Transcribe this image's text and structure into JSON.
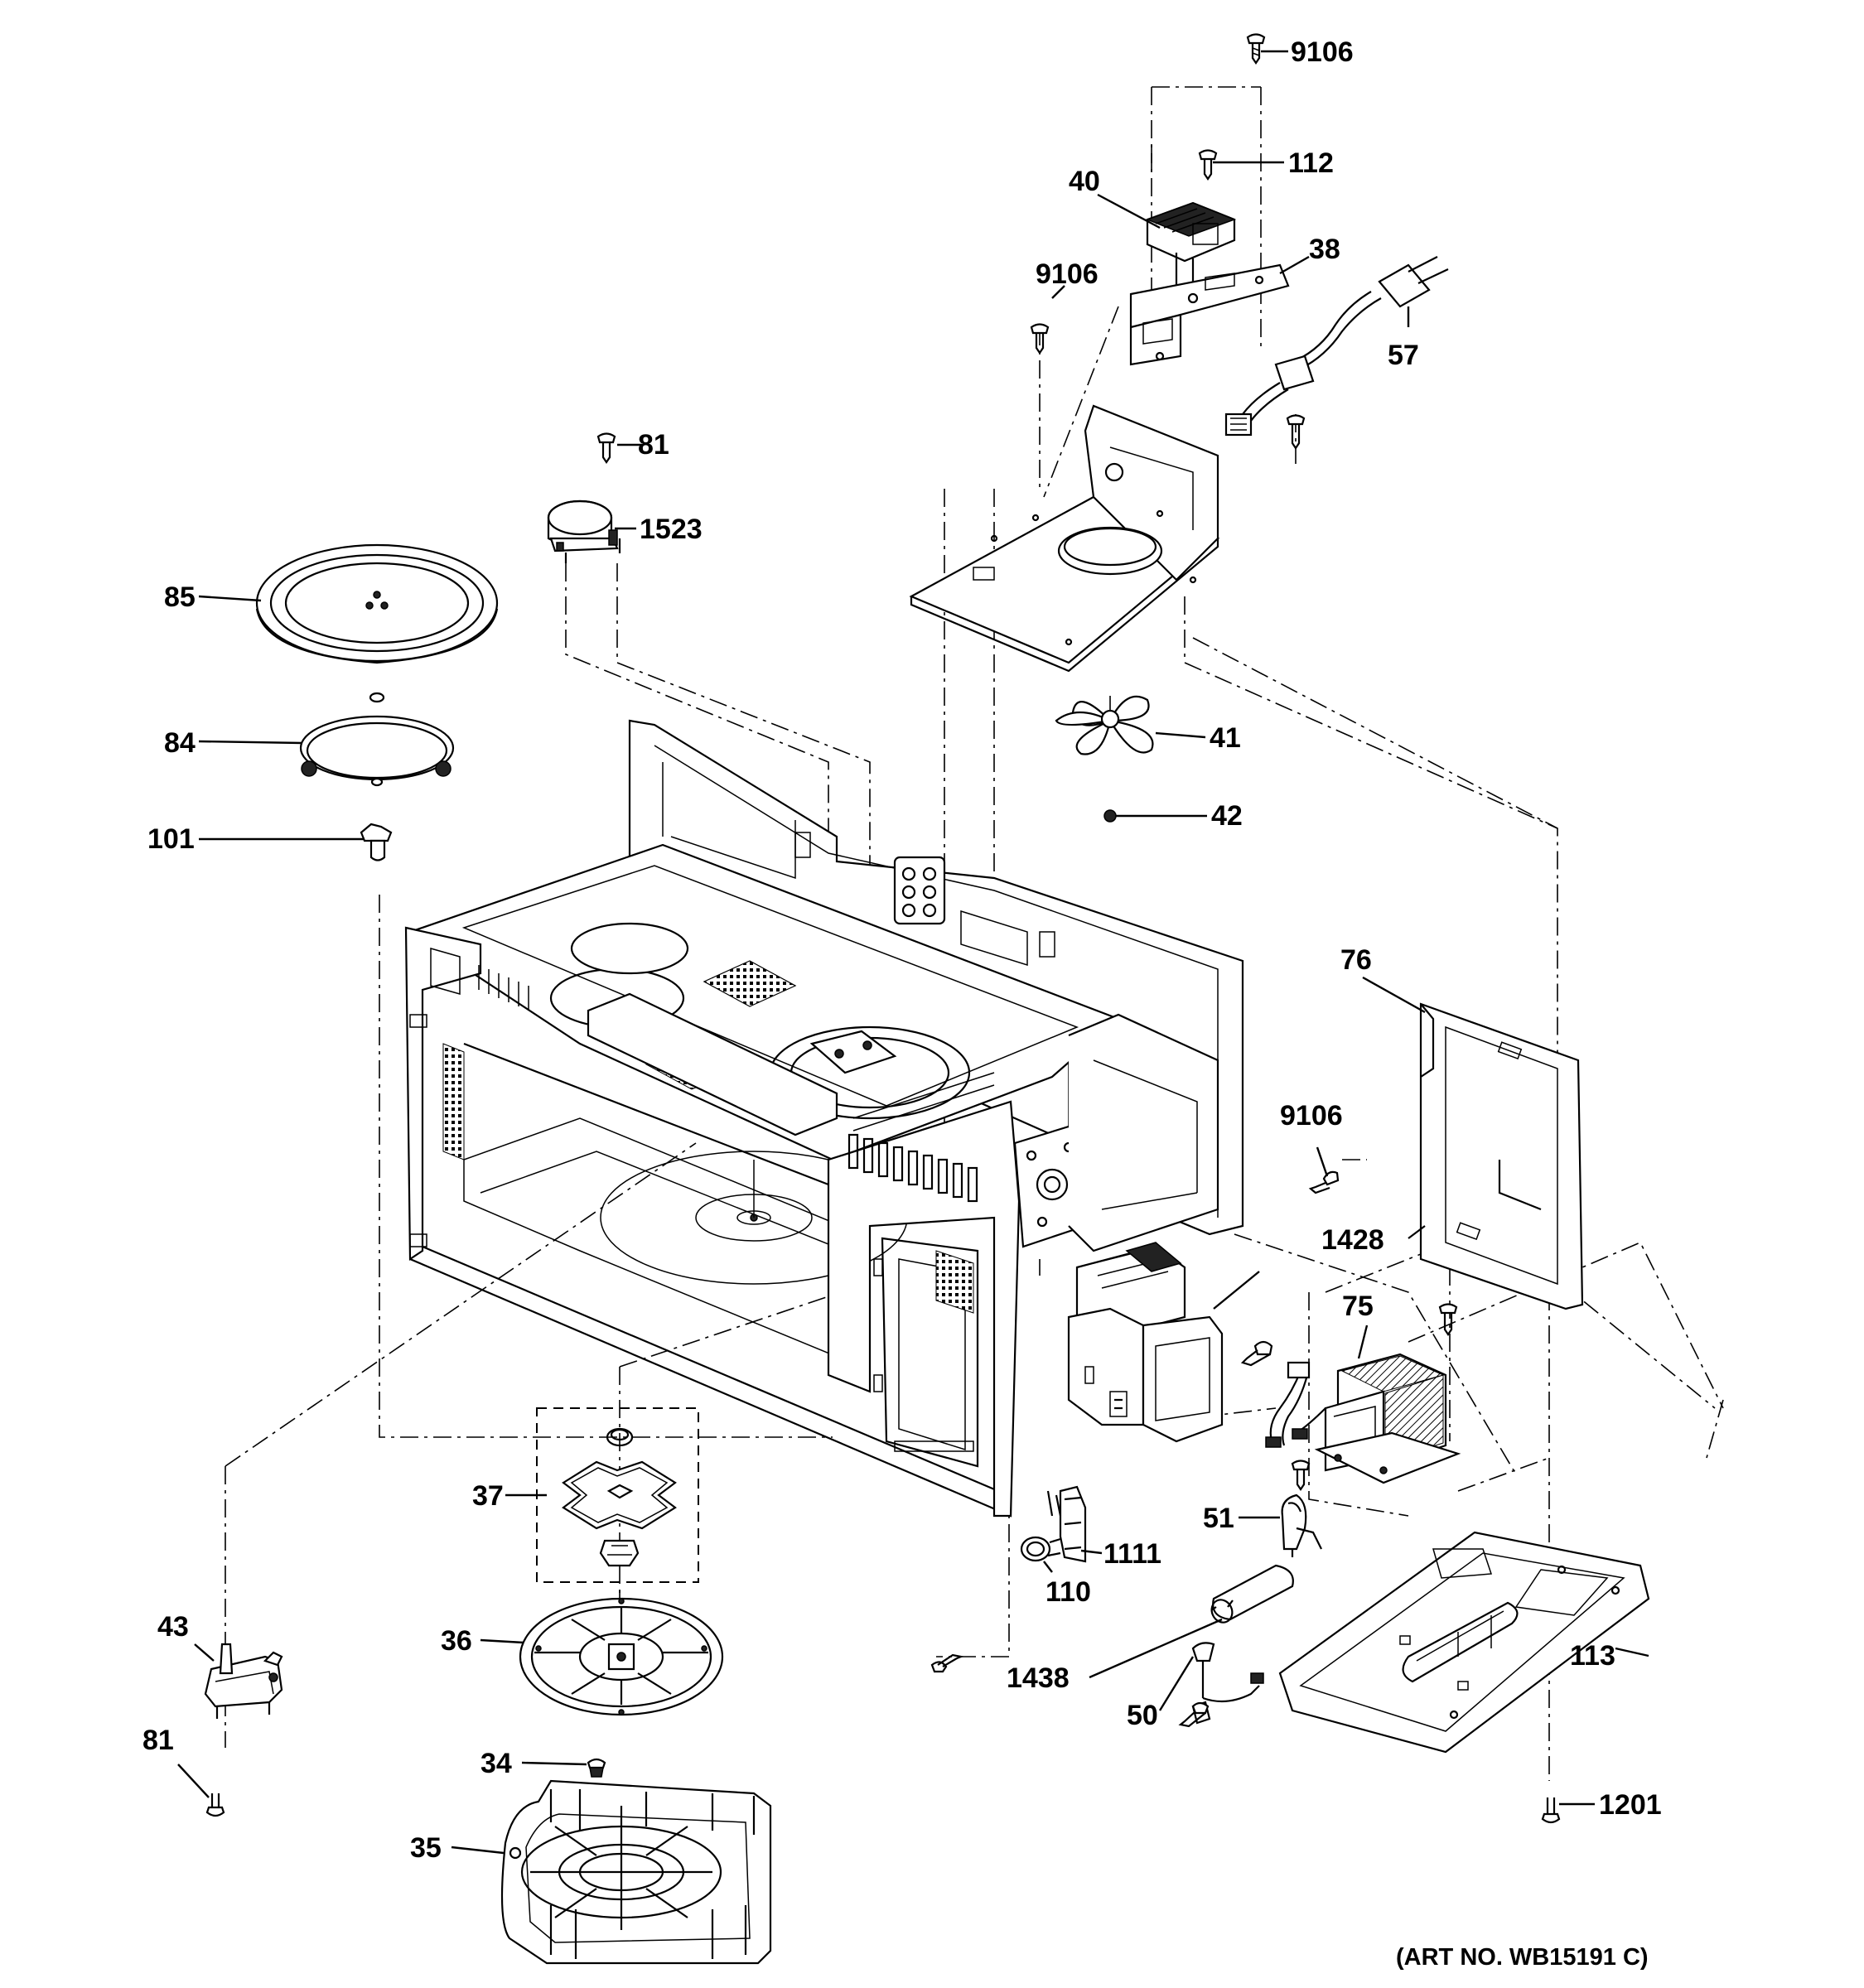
{
  "diagram": {
    "art_number": "(ART NO. WB15191 C)",
    "callouts": {
      "c9106_top": "9106",
      "c112": "112",
      "c40": "40",
      "c38": "38",
      "c9106_mid": "9106",
      "c57": "57",
      "c81_top": "81",
      "c1523": "1523",
      "c85": "85",
      "c84": "84",
      "c41": "41",
      "c42": "42",
      "c101": "101",
      "c76": "76",
      "c9106_right": "9106",
      "c1428": "1428",
      "c75": "75",
      "c37": "37",
      "c51": "51",
      "c1111": "1111",
      "c110": "110",
      "c43": "43",
      "c36": "36",
      "c1438": "1438",
      "c113": "113",
      "c50": "50",
      "c81_bottom": "81",
      "c34": "34",
      "c35": "35",
      "c1201": "1201"
    }
  }
}
